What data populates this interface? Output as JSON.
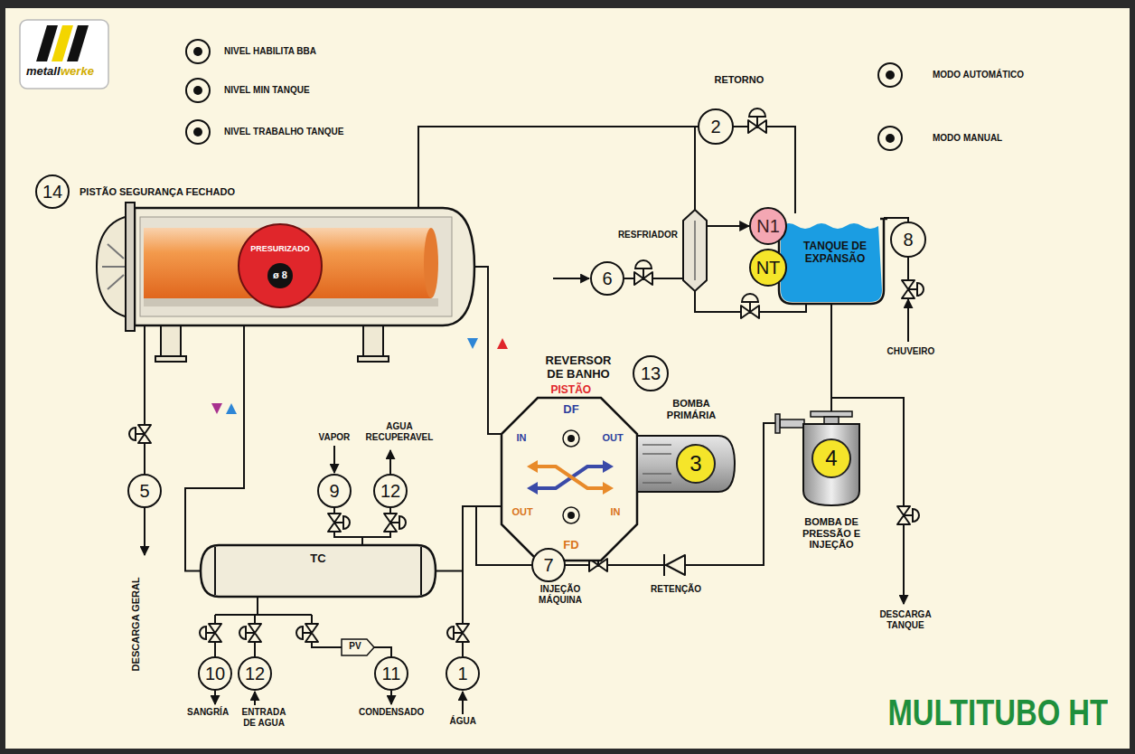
{
  "diagram": {
    "title": "MULTITUBO HT",
    "nodes": [
      {
        "text": [
          "PRESURIZADO",
          "ø 8"
        ]
      },
      {
        "text": [
          "14"
        ]
      },
      {
        "text": [
          "2"
        ]
      },
      {
        "text": [
          "RESFRIADOR"
        ]
      },
      {
        "text": [
          "TANQUE DE EXPANSÃO"
        ]
      },
      {
        "text": [
          "N1"
        ]
      },
      {
        "text": [
          "NT"
        ]
      },
      {
        "text": [
          "6"
        ]
      },
      {
        "text": [
          "8"
        ]
      },
      {
        "text": [
          "13"
        ]
      },
      {
        "text": [
          "DF",
          "IN",
          "OUT",
          "OUT",
          "IN",
          "FD"
        ]
      },
      {
        "text": [
          "BOMBA PRIMÁRIA",
          "3"
        ]
      },
      {
        "text": [
          "4",
          "BOMBA DE PRESSÃO E INJEÇÃO"
        ]
      },
      {
        "text": [
          "5"
        ]
      },
      {
        "text": [
          "9"
        ]
      },
      {
        "text": [
          "12"
        ]
      },
      {
        "text": [
          "TC"
        ]
      },
      {
        "text": [
          "7"
        ]
      },
      {
        "text": [
          "PV"
        ]
      },
      {
        "text": [
          "10"
        ]
      },
      {
        "text": [
          "12"
        ]
      },
      {
        "text": [
          "11"
        ]
      },
      {
        "text": [
          "1"
        ]
      }
    ],
    "edges": [
      {
        "from": 0,
        "to": 4,
        "arrow": "none"
      },
      {
        "from": 0,
        "to": 3,
        "arrow": "none"
      },
      {
        "from": 3,
        "to": 5,
        "arrow": "to"
      },
      {
        "from": 3,
        "to": 4,
        "arrow": "none"
      },
      {
        "from": 4,
        "to": 12,
        "arrow": "none"
      },
      {
        "from": 0,
        "to": 10,
        "arrow": "none"
      },
      {
        "from": 0,
        "to": 16,
        "arrow": "none"
      },
      {
        "from": 16,
        "to": 10,
        "arrow": "none"
      },
      {
        "from": 12,
        "to": 10,
        "arrow": "none"
      }
    ],
    "labels": [
      "metall",
      "werke",
      "NIVEL HABILITA BBA",
      "NIVEL MIN TANQUE",
      "NIVEL TRABALHO TANQUE",
      "RETORNO",
      "MODO AUTOMÁTICO",
      "MODO MANUAL",
      "PISTÃO SEGURANÇA FECHADO",
      "REVERSOR DE BANHO",
      "PISTÃO",
      "VAPOR",
      "AGUA RECUPERAVEL",
      "CHUVEIRO",
      "DESCARGA GERAL",
      "INJEÇÃO MÁQUINA",
      "RETENÇÃO",
      "DESCARGA TANQUE",
      "SANGRÍA",
      "ENTRADA DE AGUA",
      "CONDENSADO",
      "ÁGUA"
    ]
  }
}
